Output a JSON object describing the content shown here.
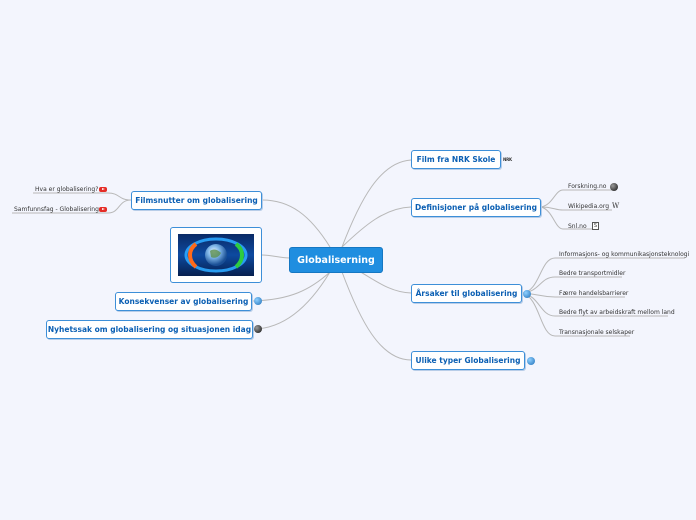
{
  "central": {
    "label": "Globaliserning"
  },
  "left": {
    "filmsnutter": {
      "label": "Filmsnutter om globalisering",
      "children": [
        "Hva er globalisering?",
        "Samfunnsfag - Globalisering"
      ]
    },
    "image": {
      "icon": "earth-rotation-image"
    },
    "konsekvenser": {
      "label": "Konsekvenser av globalisering",
      "icon": "globe-icon"
    },
    "nyhetssak": {
      "label": "Nyhetssak om globalisering og situasjonen idag",
      "icon": "globe-dark-icon"
    }
  },
  "right": {
    "film_nrk": {
      "label": "Film fra NRK Skole",
      "icon": "nrk-icon"
    },
    "definisjoner": {
      "label": "Definisjoner på globalisering",
      "children": [
        {
          "label": "Forskning.no",
          "icon": "globe-dark-icon"
        },
        {
          "label": "Wikipedia.org",
          "icon": "wikipedia-icon",
          "glyph": "W"
        },
        {
          "label": "Snl.no",
          "icon": "snl-icon",
          "glyph": "S"
        }
      ]
    },
    "arsaker": {
      "label": "Årsaker til globalisering",
      "icon": "globe-icon",
      "children": [
        "Informasjons- og kommunikasjonsteknologi",
        "Bedre transportmidler",
        "Færre handelsbarrierer",
        "Bedre flyt av arbeidskraft mellom land",
        "Transnasjonale selskaper"
      ]
    },
    "ulike": {
      "label": "Ulike typer Globalisering",
      "icon": "globe-icon"
    }
  },
  "colors": {
    "branch": "#b8b8b8",
    "node_border": "#3d8fd8",
    "node_text": "#0b5fb3",
    "central_bg": "#1f8ee0",
    "background": "#f3f5fd"
  }
}
